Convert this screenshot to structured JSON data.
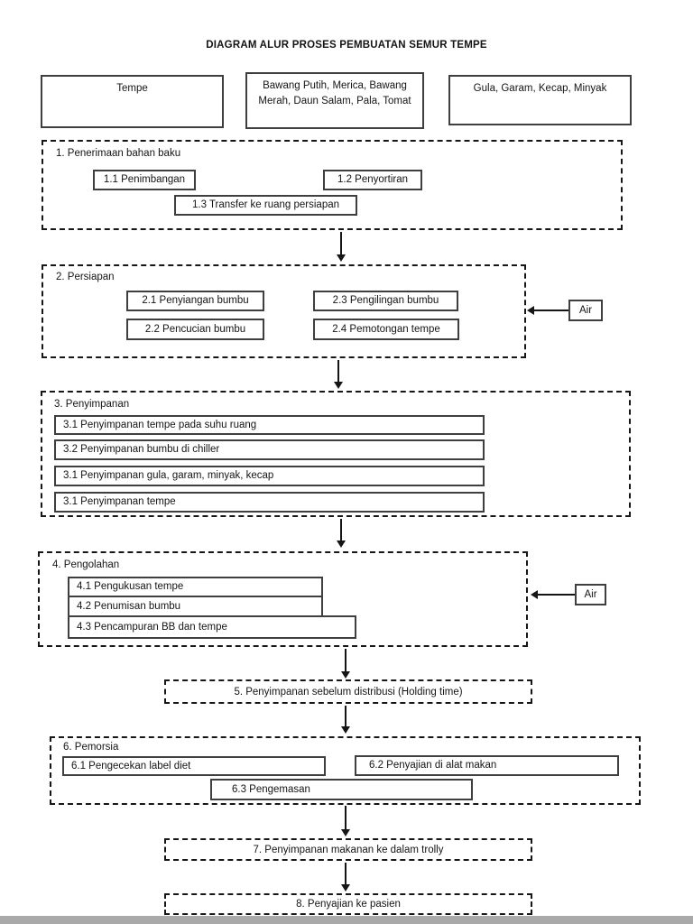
{
  "title": "DIAGRAM ALUR PROSES PEMBUATAN SEMUR TEMPE",
  "inputs": {
    "tempe": "Tempe",
    "bumbu": "Bawang Putih, Merica, Bawang Merah, Daun Salam, Pala, Tomat",
    "pelengkap": "Gula, Garam, Kecap, Minyak"
  },
  "air_label": "Air",
  "sections": {
    "penerimaan": {
      "label": "1. Penerimaan bahan baku",
      "steps": {
        "s11": "1.1 Penimbangan",
        "s12": "1.2 Penyortiran",
        "s13": "1.3 Transfer ke ruang persiapan"
      }
    },
    "persiapan": {
      "label": "2. Persiapan",
      "steps": {
        "s21": "2.1 Penyiangan bumbu",
        "s22": "2.2 Pencucian bumbu",
        "s23": "2.3 Pengilingan bumbu",
        "s24": "2.4 Pemotongan tempe"
      }
    },
    "penyimpanan": {
      "label": "3. Penyimpanan",
      "steps": {
        "s31": "3.1 Penyimpanan tempe pada suhu ruang",
        "s32": "3.2 Penyimpanan bumbu di chiller",
        "s33": "3.1 Penyimpanan gula, garam, minyak, kecap",
        "s34": "3.1 Penyimpanan tempe"
      }
    },
    "pengolahan": {
      "label": "4. Pengolahan",
      "steps": {
        "s41": "4.1 Pengukusan tempe",
        "s42": "4.2 Penumisan bumbu",
        "s43": "4.3 Pencampuran BB dan tempe"
      }
    },
    "holding": {
      "label": "5. Penyimpanan sebelum distribusi  (Holding time)"
    },
    "pemorsian": {
      "label": "6. Pemorsia",
      "steps": {
        "s61": "6.1 Pengecekan label diet",
        "s62": "6.2 Penyajian di alat makan",
        "s63": "6.3 Pengemasan"
      }
    },
    "trolly": {
      "label": "7. Penyimpanan makanan ke dalam trolly"
    },
    "penyajian": {
      "label": "8. Penyajian ke pasien"
    }
  },
  "colors": {
    "border_dark": "#161616",
    "box_border": "#3f3f3f",
    "page_bg": "#ffffff",
    "footer_bar": "#a9a9a9"
  }
}
